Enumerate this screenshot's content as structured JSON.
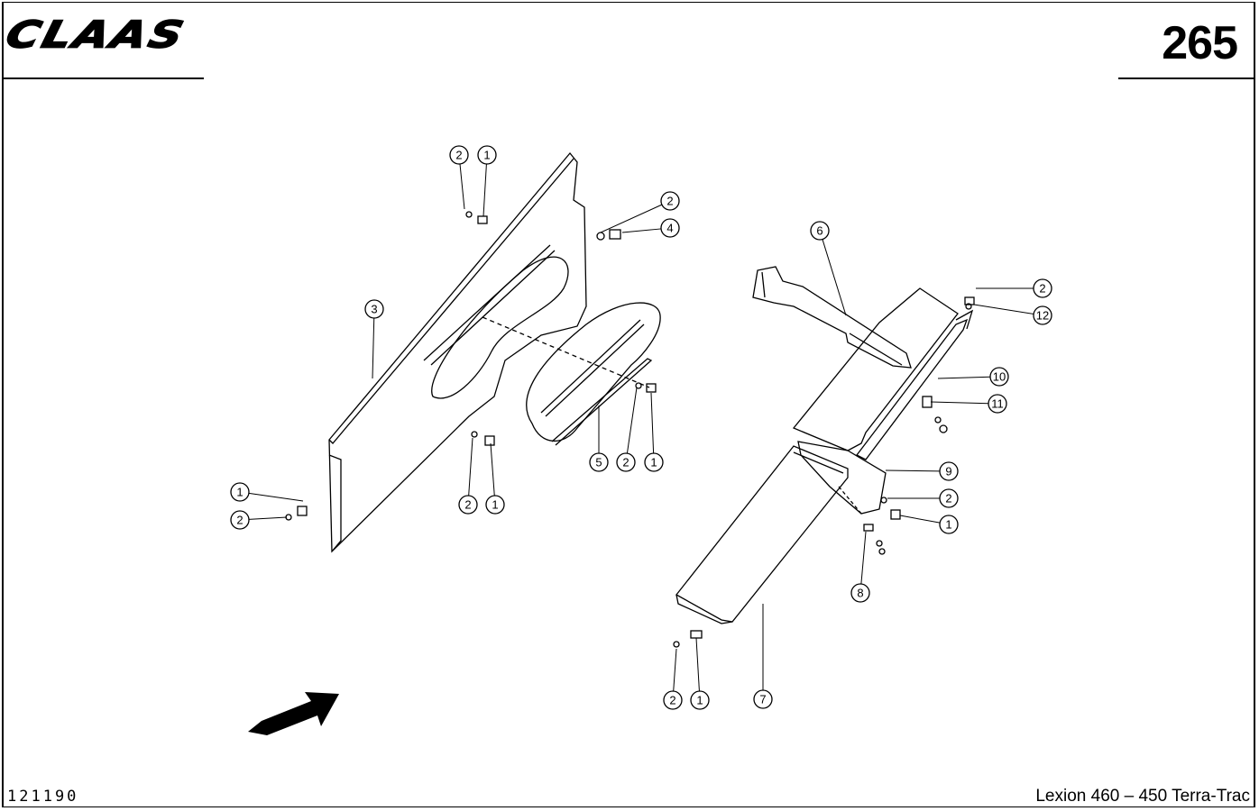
{
  "header": {
    "brand": "CLAAS",
    "page_number": "265"
  },
  "footer": {
    "drawing_number": "121190",
    "model": "Lexion 460 – 450 Terra-Trac"
  },
  "callouts": [
    "2",
    "1",
    "2",
    "4",
    "3",
    "6",
    "2",
    "12",
    "10",
    "11",
    "5",
    "2",
    "1",
    "9",
    "2",
    "1",
    "2",
    "1",
    "1",
    "2",
    "8",
    "2",
    "1",
    "7"
  ]
}
